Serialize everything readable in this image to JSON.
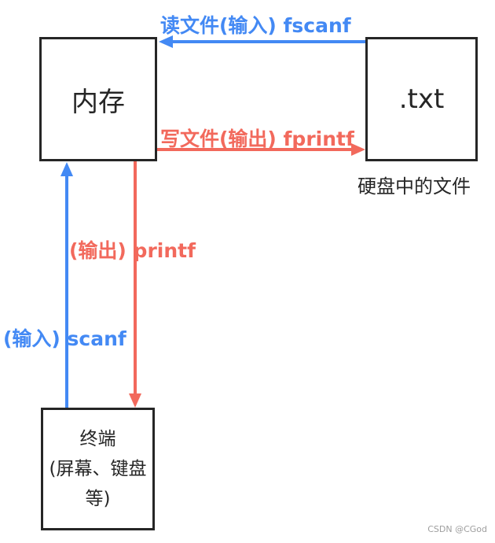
{
  "colors": {
    "blue": "#4389F4",
    "red": "#F2695C",
    "dark": "#262626",
    "gray": "#9E9E9E"
  },
  "nodes": {
    "memory": {
      "label": "内存"
    },
    "file": {
      "label": ".txt",
      "caption": "硬盘中的文件"
    },
    "terminal": {
      "lines": [
        "终端",
        "(屏幕、键盘",
        "等)"
      ]
    }
  },
  "arrows": {
    "read_file": {
      "label": "读文件(输入) fscanf",
      "from": "file",
      "to": "memory",
      "color": "blue"
    },
    "write_file": {
      "label": "写文件(输出) fprintf",
      "from": "memory",
      "to": "file",
      "color": "red"
    },
    "print": {
      "label": "(输出) printf",
      "from": "memory",
      "to": "terminal",
      "color": "red"
    },
    "scan": {
      "label": "(输入) scanf",
      "from": "terminal",
      "to": "memory",
      "color": "blue"
    }
  },
  "watermark": "CSDN @CGod"
}
